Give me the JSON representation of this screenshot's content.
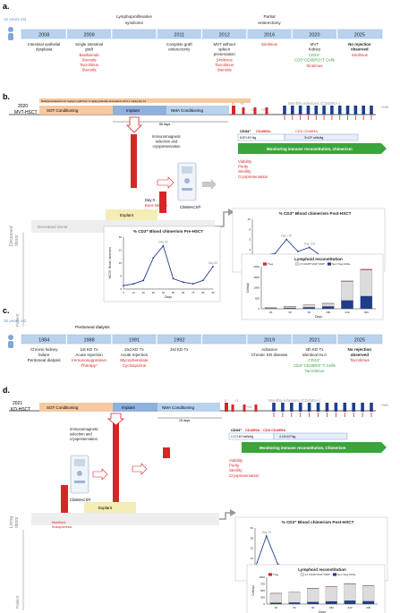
{
  "colors": {
    "timeline_blue": "#b9d3ee",
    "timeline_border": "#9ab8dc",
    "panel_orange": "#f6c9a0",
    "conditioning_blue": "#8fb1de",
    "red": "#d62728",
    "dark_red": "#b01818",
    "green": "#3aa53a",
    "navy": "#1f3d8a",
    "grey": "#9a9a9a",
    "light_grey": "#dcdcdc",
    "cream": "#f4eeb5",
    "arrow_grey": "#c8c8c8"
  },
  "icons": [
    "person-icon",
    "clinimacs-device-icon",
    "bag-icon",
    "arrow-icon"
  ],
  "panel_a": {
    "letter": "a.",
    "age": "15 years old",
    "years": [
      "2008",
      "2009",
      "",
      "2011",
      "2012",
      "2016",
      "2020",
      "2025"
    ],
    "top_notes": [
      {
        "col": 2,
        "text": "Lymphoproliferative syndrome"
      },
      {
        "col": 5,
        "text": "Partial enterectomy"
      }
    ],
    "events": [
      {
        "col": 0,
        "lines": [
          "Intestinal epithelial",
          "dysplasia"
        ],
        "color": "black"
      },
      {
        "col": 1,
        "lines": [
          "Single intestinal",
          "graft"
        ],
        "color": "black"
      },
      {
        "col": 3,
        "lines": [
          "Complete graft",
          "enterectomy"
        ],
        "color": "black"
      },
      {
        "col": 4,
        "lines": [
          "MVT without",
          "spleen",
          "preservation"
        ],
        "color": "black"
      },
      {
        "col": 6,
        "lines": [
          "MVT",
          "Kidney"
        ],
        "color": "black"
      },
      {
        "col": 7,
        "lines": [
          "No rejection",
          "observed"
        ],
        "color": "bold"
      }
    ],
    "drugs": [
      {
        "col": 1,
        "lines": [
          "Basiliximab",
          "Steroids",
          "Tacrolimus",
          "Steroids"
        ],
        "color": "red"
      },
      {
        "col": 4,
        "lines": [
          "Sirolimus",
          "Tacrolimus",
          "Steroids"
        ],
        "color": "red"
      },
      {
        "col": 5,
        "lines": [
          "Sirolimus"
        ],
        "color": "red"
      },
      {
        "col": 6,
        "lines": [
          "CD34⁺",
          "CD3⁺CD45RO⁺T Cells"
        ],
        "color": "green"
      },
      {
        "col": 6,
        "lines": [
          "Sirolimus"
        ],
        "color": "red"
      },
      {
        "col": 7,
        "lines": [
          "Sirolimus"
        ],
        "color": "red"
      }
    ]
  },
  "panel_b": {
    "letter": "b.",
    "title_year": "2020",
    "title_name": "MVT-HSCT",
    "dose_note": "Methylprednisolone 10 mg/kg in graft then 2 mg/kg gradually decreased until 0.1 mg/kg day 14",
    "sot_label": "SOT Conditioning",
    "implant_label": "Implant",
    "nma_label": "NMA Conditioning",
    "days_label": "86 days",
    "timeline_days": [
      "0",
      "+1",
      "+15",
      "+22"
    ],
    "monthly_label": "Monthly infusions (CD45RA-)",
    "end_day": "+395",
    "cd34_label": "CD34⁺",
    "cd45ra_neg_label": "CD45RA-",
    "cd45ra_label": "CD3 CD45RA",
    "dose_box_1": "8.87×10⁶/kg",
    "dose_box_2": "3×10⁵ cells/kg",
    "monitoring_label": "Monitoring immune reconstitution, chimerism",
    "qc_lines": [
      "Viability",
      "Purity",
      "Sterility",
      "Cryopreservation"
    ],
    "selection_lines": [
      "Immunomagnetic",
      "selection and",
      "cryopreservation"
    ],
    "day0_label": "Day 0",
    "bm_label": [
      "Bone Marrow",
      "Harvest"
    ],
    "clinimacs_label": "CliniMACS®",
    "explant_label": "Explant",
    "deceased_label": "Deceased donor",
    "donor_side_label": [
      "Deceased",
      "donor"
    ],
    "patient_label": "Patient",
    "pre_chart_title": "% CD3⁺ Blood chimerism Pre-HSCT",
    "post_chart_title": "% CD3⁺ Blood chimerism Post-HSCT",
    "lymph_title": "Lymphoid reconstitution"
  },
  "panel_c": {
    "letter": "c.",
    "age": "36 years old",
    "years": [
      "1984",
      "1988",
      "1991",
      "1992",
      "",
      "2019",
      "2021",
      "2025"
    ],
    "top_note": "Peritoneal dialysis",
    "events": [
      {
        "col": 0,
        "lines": [
          "Chronic kidney",
          "failure",
          "Peritoneal dialysis"
        ],
        "color": "black"
      },
      {
        "col": 1,
        "lines": [
          "1st KD Tx",
          "Acute rejection"
        ],
        "color": "black"
      },
      {
        "col": 2,
        "lines": [
          "2nd KD Tx",
          "Acute rejection"
        ],
        "color": "black"
      },
      {
        "col": 3,
        "lines": [
          "3rd KD Tx"
        ],
        "color": "black"
      },
      {
        "col": 5,
        "lines": [
          "Advance",
          "Chronic KD disease"
        ],
        "color": "black"
      },
      {
        "col": 6,
        "lines": [
          "4th KD Tx",
          "Identical HLA"
        ],
        "color": "black"
      },
      {
        "col": 7,
        "lines": [
          "No rejection",
          "observed"
        ],
        "color": "bold"
      }
    ],
    "drugs": [
      {
        "col": 1,
        "lines": [
          "Immunosuppresive",
          "Therapy*"
        ],
        "color": "red"
      },
      {
        "col": 2,
        "lines": [
          "Mycophenolate",
          "Cyclosporine"
        ],
        "color": "red"
      },
      {
        "col": 6,
        "lines": [
          "CD34⁺",
          "CD3⁺CD45RO⁺T Cells",
          "Tacrolimus"
        ],
        "color": "green"
      },
      {
        "col": 7,
        "lines": [
          "Tacrolimus"
        ],
        "color": "red"
      }
    ]
  },
  "panel_d": {
    "letter": "d.",
    "title_year": "2021",
    "title_name": "KD-HSCT",
    "sot_label": "SOT Conditioning",
    "implant_label": "Implant",
    "nma_label": "NMA Conditioning",
    "days_label": "15 days",
    "timeline_days": [
      "0",
      "+1",
      "+15"
    ],
    "monthly_label": "Monthly infusions (CD45RA-)",
    "end_day": "+360",
    "cd34_label": "CD34⁺",
    "cd45ra_neg_label": "CD45RA-",
    "cd45ra_label": "CD3 CD45RA",
    "dose_box_1": "1.17×10⁶cells/kg",
    "dose_box_2": "4.15×10⁵/kg",
    "monitoring_label": "Monitoring immune reconstitution, Chimerism",
    "qc_lines": [
      "Viability",
      "Purity",
      "Sterility",
      "Cryopreservation"
    ],
    "selection_lines": [
      "Immunomagnetic",
      "selection and",
      "cryopreservation"
    ],
    "clinimacs_label": "CliniMACS®",
    "explant_label": "Explant",
    "living_label": [
      "Living",
      "donor"
    ],
    "mobilized_label": [
      "Mobilized",
      "leukapheresis"
    ],
    "patient_label": "Patient",
    "post_chart_title": "% CD3⁺ Blood chimerism Post-HSCT",
    "lymph_title": "Lymphoid reconstitution"
  },
  "chart_data": [
    {
      "type": "line",
      "title": "% CD3⁺ Blood chimerism Pre-HSCT",
      "xlabel": "Days",
      "ylabel": "%CD3⁺ Blood chimerism",
      "x": [
        0,
        10,
        20,
        30,
        40,
        50,
        60,
        70,
        80,
        90
      ],
      "series": [
        {
          "values": [
            2,
            3,
            5,
            18,
            25,
            6,
            4,
            3,
            5,
            13
          ]
        }
      ],
      "annotations": [
        "Day 30",
        "Day 83"
      ],
      "ylim": [
        0,
        30
      ]
    },
    {
      "type": "line",
      "title": "% CD3⁺ Blood chimerism Post-HSCT",
      "xlabel": "Days",
      "x": [
        0,
        7,
        14,
        21,
        28,
        35,
        60,
        90,
        120,
        180,
        240,
        300
      ],
      "series": [
        {
          "values": [
            0.5,
            1,
            1.5,
            5,
            2,
            3,
            1,
            1,
            0.5,
            0.5,
            0.5,
            0.5
          ]
        }
      ],
      "annotations": [
        "Day +20",
        "Day +28"
      ],
      "ylim": [
        0,
        10
      ]
    },
    {
      "type": "bar",
      "title": "Lymphoid reconstitution",
      "xlabel": "Days",
      "ylabel": "Cells/µl",
      "categories": [
        "30",
        "60",
        "90",
        "180",
        "240",
        "300"
      ],
      "series": [
        {
          "name": "Treg",
          "values": [
            5,
            10,
            10,
            12,
            25,
            30
          ]
        },
        {
          "name": "LT CD45⁺CD3⁺CD8⁺",
          "values": [
            25,
            70,
            110,
            140,
            900,
            1250
          ]
        },
        {
          "name": "Non Treg CD4+",
          "values": [
            20,
            40,
            70,
            110,
            400,
            600
          ]
        }
      ],
      "ylim": [
        0,
        2000
      ]
    },
    {
      "type": "line",
      "title": "% CD3⁺ Blood chimerism Post-HSCT",
      "xlabel": "Days",
      "x": [
        0,
        7,
        14,
        21,
        28,
        35,
        60,
        90,
        120,
        180,
        240,
        300
      ],
      "series": [
        {
          "values": [
            0,
            40,
            5,
            1,
            0.5,
            0.5,
            0.5,
            0.5,
            0.5,
            0.5,
            0.5,
            0.5
          ]
        }
      ],
      "annotations": [
        "Day +9"
      ],
      "ylim": [
        0,
        50
      ]
    },
    {
      "type": "bar",
      "title": "Lymphoid reconstitution",
      "xlabel": "Days",
      "ylabel": "Cells/µl",
      "categories": [
        "30",
        "60",
        "90",
        "180",
        "240",
        "300"
      ],
      "series": [
        {
          "name": "Treg",
          "values": [
            5,
            8,
            10,
            12,
            15,
            15
          ]
        },
        {
          "name": "LT CD45⁺CD3⁺CD8⁺",
          "values": [
            350,
            380,
            500,
            540,
            620,
            560
          ]
        },
        {
          "name": "Non Treg CD4+",
          "values": [
            50,
            60,
            80,
            100,
            130,
            110
          ]
        }
      ],
      "ylim": [
        0,
        1000
      ]
    }
  ]
}
